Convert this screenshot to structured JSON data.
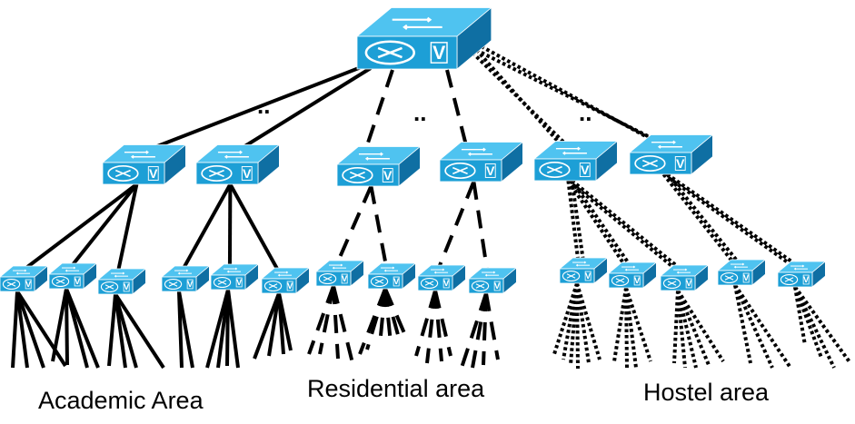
{
  "diagram": {
    "device_badge": "V",
    "device_icon": "layer-3-switch-icon",
    "ellipsis": "..",
    "areas": [
      {
        "key": "academic",
        "label": "Academic Area",
        "link_style": "solid"
      },
      {
        "key": "residential",
        "label": "Residential area",
        "link_style": "dashed"
      },
      {
        "key": "hostel",
        "label": "Hostel area",
        "link_style": "dotted"
      }
    ]
  },
  "colors": {
    "switch_top": "#4fc3f0",
    "switch_front": "#1d9fd6",
    "switch_side": "#0f6fa3",
    "link": "#000000",
    "label": "#000000"
  }
}
